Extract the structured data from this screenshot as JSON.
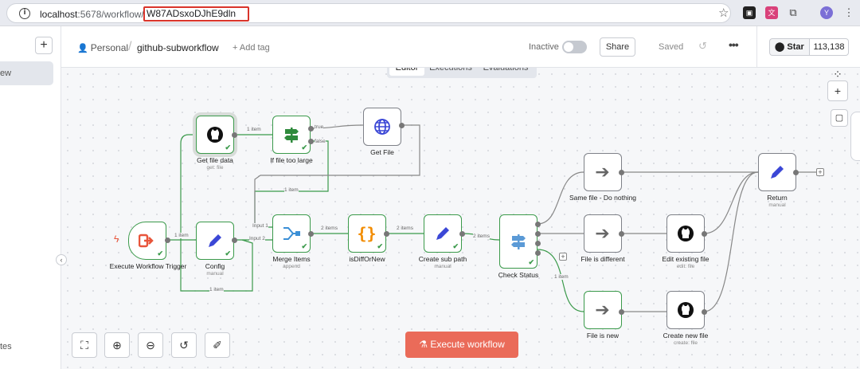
{
  "browser": {
    "url_host": "localhost",
    "url_path": ":5678/workflow/",
    "url_id": "W87ADsxoDJhE9dln",
    "avatar_letter": "Y"
  },
  "sidebar": {
    "active_item": "ew",
    "bottom_item": "tes"
  },
  "header": {
    "project": "Personal",
    "workflow_name": "github-subworkflow",
    "add_tag": "+ Add tag",
    "status": "Inactive",
    "share": "Share",
    "saved": "Saved",
    "star_label": "Star",
    "star_count": "113,138"
  },
  "tabs": [
    "Editor",
    "Executions",
    "Evaluations"
  ],
  "nodes": {
    "trigger": {
      "label": "Execute Workflow Trigger"
    },
    "config": {
      "label": "Config",
      "sub": "manual"
    },
    "get_file_data": {
      "label": "Get file data",
      "sub": "get: file"
    },
    "if_too_large": {
      "label": "If file too large"
    },
    "get_file": {
      "label": "Get File"
    },
    "merge": {
      "label": "Merge Items",
      "sub": "append"
    },
    "isdiff": {
      "label": "isDiffOrNew"
    },
    "create_sub": {
      "label": "Create sub path",
      "sub": "manual"
    },
    "check_status": {
      "label": "Check Status"
    },
    "same_file": {
      "label": "Same file - Do nothing"
    },
    "is_different": {
      "label": "File is different"
    },
    "is_new": {
      "label": "File is new"
    },
    "edit_existing": {
      "label": "Edit existing file",
      "sub": "edit: file"
    },
    "create_new": {
      "label": "Create new file",
      "sub": "create: file"
    },
    "return": {
      "label": "Return",
      "sub": "manual"
    }
  },
  "edge_labels": {
    "trigger_config": "1 item",
    "getdata_if": "1 item",
    "if_true": "true",
    "if_false": "false",
    "loop": "1 item",
    "merge_in1": "Input 1",
    "merge_in2": "Input 2",
    "config_merge": "1 item",
    "bottom_loop": "1 item",
    "merge_isdiff": "2 items",
    "isdiff_create": "2 items",
    "create_check": "2 items",
    "check_new": "1 item"
  },
  "execute_button": "Execute workflow"
}
